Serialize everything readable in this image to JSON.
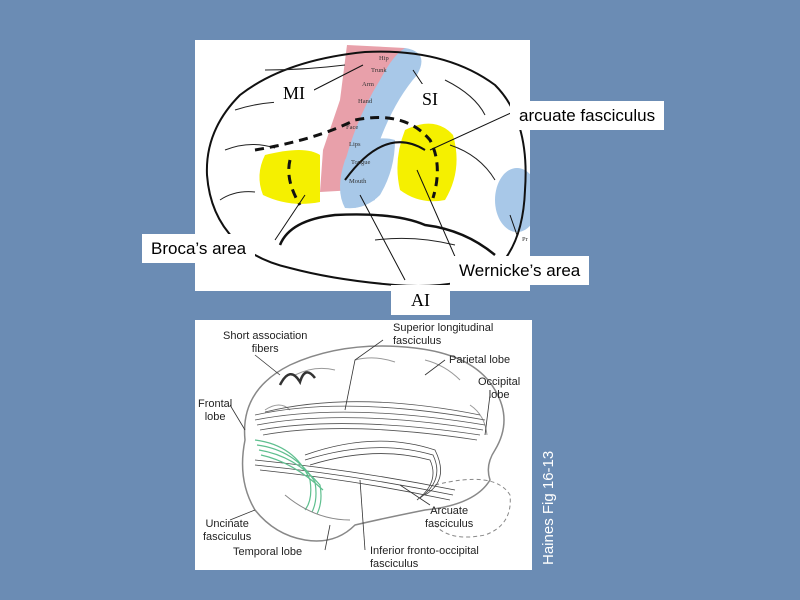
{
  "top_diagram": {
    "labels": {
      "mi": "MI",
      "si": "SI",
      "arcuate": "arcuate fasciculus",
      "broca": "Broca’s area",
      "wernicke": "Wernicke’s area",
      "ai": "AI"
    },
    "homunculus": [
      "Hip",
      "Trunk",
      "Arm",
      "Hand",
      "Face",
      "Lips",
      "Tongue",
      "Mouth"
    ],
    "edge_label": "Pr",
    "colors": {
      "motor": "#e8a0aa",
      "sensory": "#a8c8e8",
      "language": "#f5f000"
    }
  },
  "bottom_diagram": {
    "labels": {
      "short_assoc": "Short association\nfibers",
      "superior_long": "Superior longitudinal\nfasciculus",
      "parietal": "Parietal lobe",
      "occipital": "Occipital\nlobe",
      "frontal": "Frontal\nlobe",
      "uncinate": "Uncinate\nfasciculus",
      "temporal": "Temporal lobe",
      "arcuate": "Arcuate\nfasciculus",
      "inferior_fo": "Inferior fronto-occipital\nfasciculus"
    },
    "colors": {
      "uncinate": "#5fbf8f"
    }
  },
  "credit": "Haines Fig 16-13",
  "background": "#6b8cb4"
}
